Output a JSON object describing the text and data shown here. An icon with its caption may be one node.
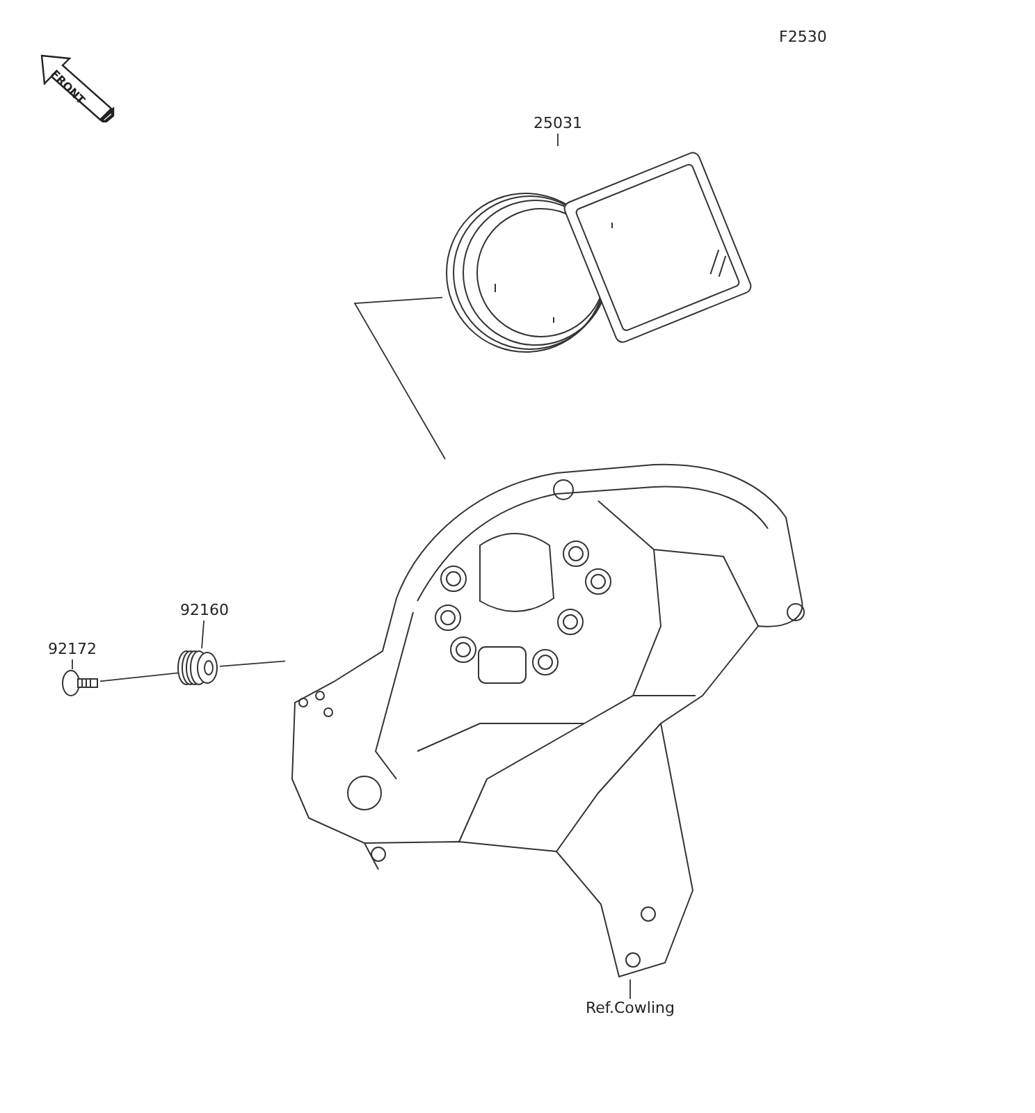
{
  "diagram": {
    "nodes": [
      {
        "text": [
          "25031"
        ]
      },
      {
        "text": [],
        "shape": "picture"
      },
      {
        "text": [
          "92172"
        ]
      },
      {
        "text": [],
        "shape": "picture"
      },
      {
        "text": [
          "92160"
        ]
      },
      {
        "text": [],
        "shape": "picture"
      },
      {
        "text": [
          "Ref.Cowling"
        ]
      },
      {
        "text": [],
        "shape": "picture"
      }
    ],
    "edges": [
      {
        "from": 0,
        "to": 1,
        "arrow": "none"
      },
      {
        "from": 1,
        "to": 7,
        "arrow": "none"
      },
      {
        "from": 2,
        "to": 3,
        "arrow": "none"
      },
      {
        "from": 4,
        "to": 5,
        "arrow": "none"
      },
      {
        "from": 3,
        "to": 5,
        "arrow": "none"
      },
      {
        "from": 5,
        "to": 7,
        "arrow": "none"
      },
      {
        "from": 6,
        "to": 7,
        "arrow": "none"
      }
    ],
    "labels": [
      "F2530",
      "FRONT"
    ]
  }
}
